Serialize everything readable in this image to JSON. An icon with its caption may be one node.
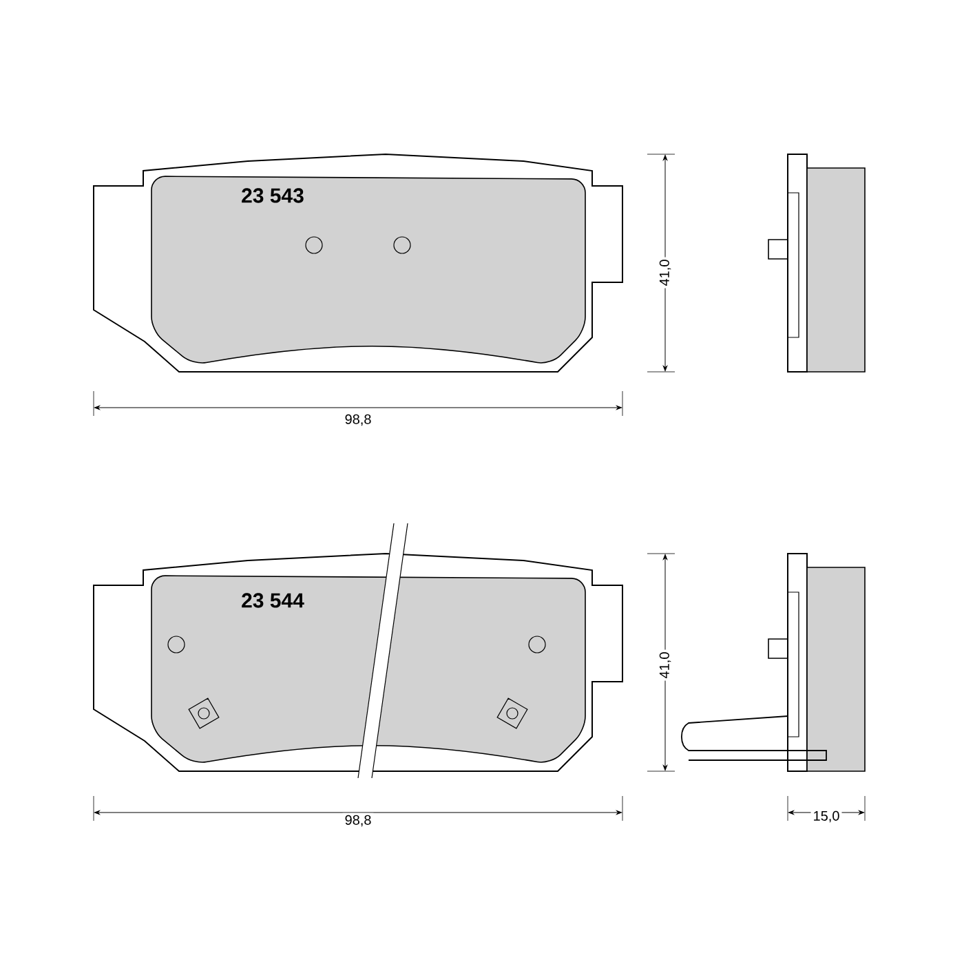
{
  "diagram": {
    "labels": [
      "23 543",
      "41,0",
      "98,8",
      "23 544",
      "41,0",
      "98,8",
      "15,0"
    ]
  }
}
